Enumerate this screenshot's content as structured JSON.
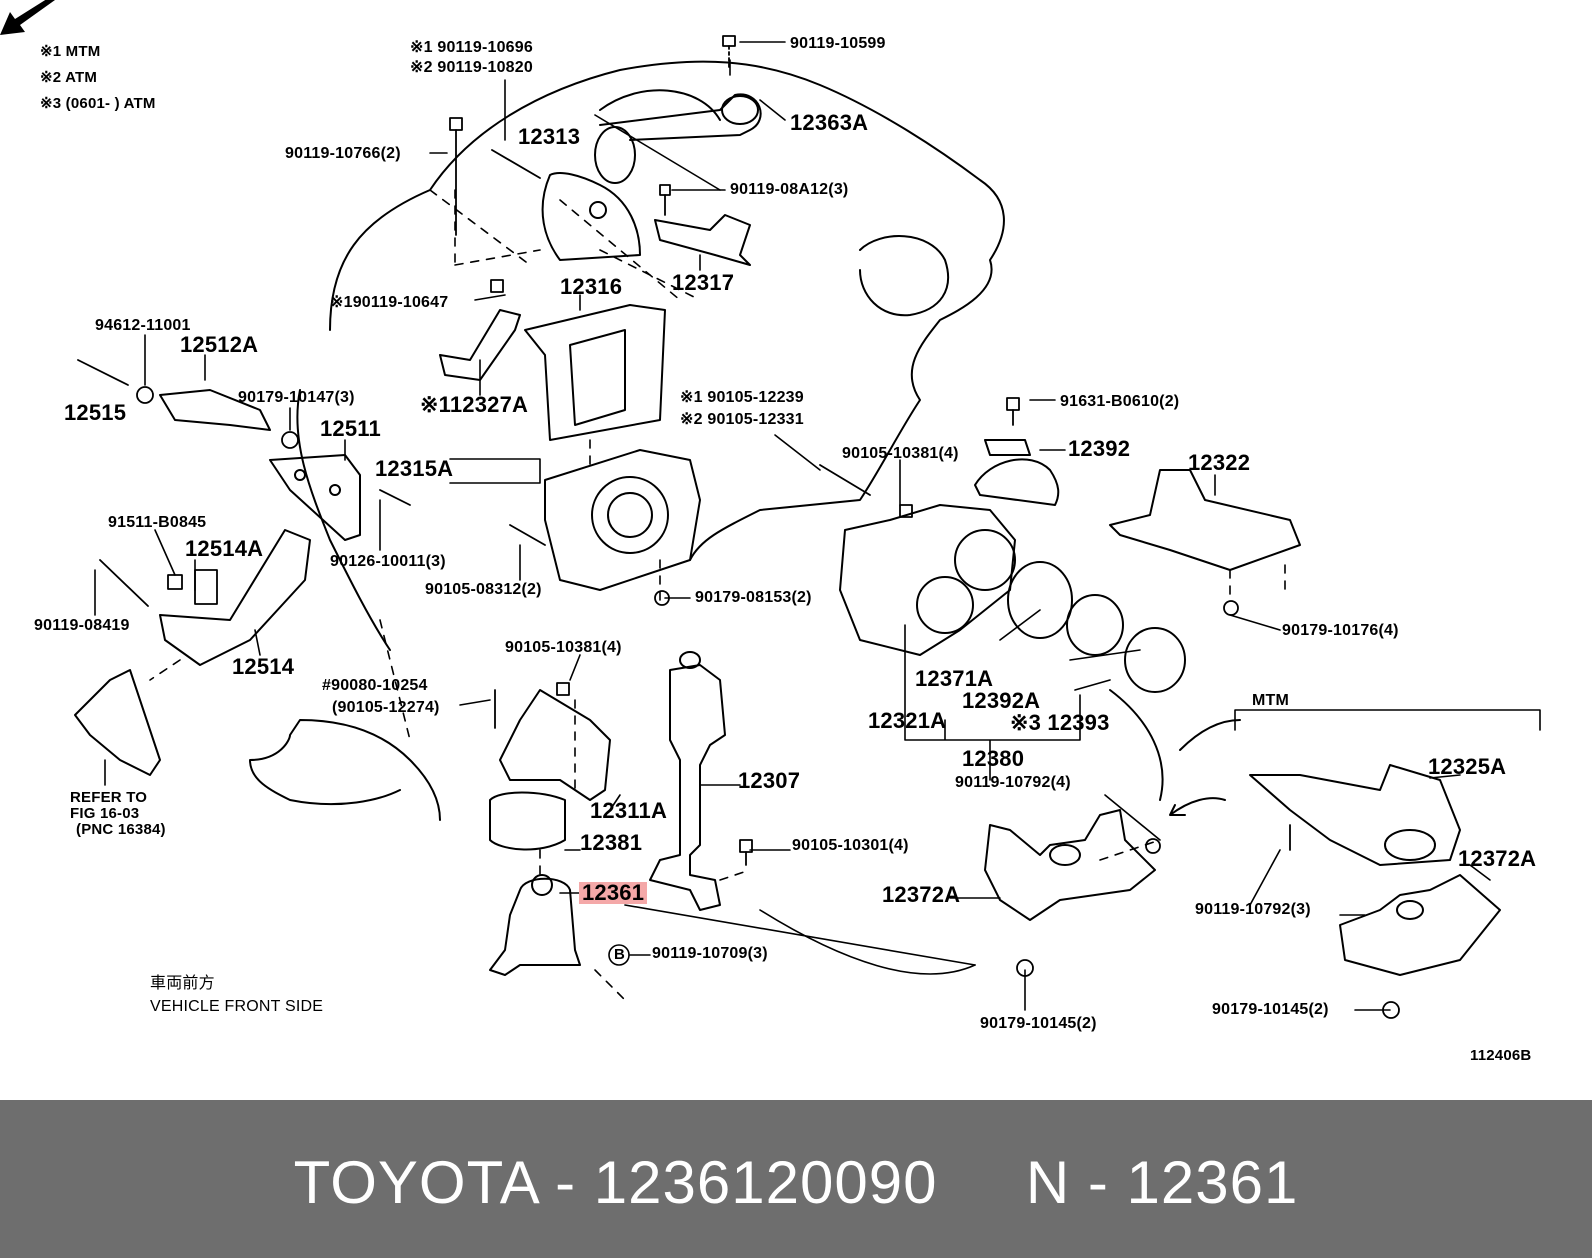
{
  "legend": {
    "note1": "※1  MTM",
    "note2": "※2  ATM",
    "note3": "※3 (0601-       ) ATM"
  },
  "labels": [
    {
      "key": "l01",
      "text": "※1 90119-10696"
    },
    {
      "key": "l02",
      "text": "※2 90119-10820"
    },
    {
      "key": "l03",
      "text": "90119-10599"
    },
    {
      "key": "l04",
      "text": "12363A"
    },
    {
      "key": "l05",
      "text": "12313"
    },
    {
      "key": "l06",
      "text": "90119-10766(2)"
    },
    {
      "key": "l07",
      "text": "90119-08A12(3)"
    },
    {
      "key": "l08",
      "text": "12317"
    },
    {
      "key": "l09",
      "text": "12316"
    },
    {
      "key": "l10",
      "text": "※190119-10647"
    },
    {
      "key": "l11",
      "text": "94612-11001"
    },
    {
      "key": "l12",
      "text": "12512A"
    },
    {
      "key": "l13",
      "text": "12515"
    },
    {
      "key": "l14",
      "text": "90179-10147(3)"
    },
    {
      "key": "l15",
      "text": "※112327A"
    },
    {
      "key": "l16",
      "text": "12511"
    },
    {
      "key": "l17",
      "text": "12315A"
    },
    {
      "key": "l18",
      "text": "※1  90105-12239"
    },
    {
      "key": "l19",
      "text": "※2  90105-12331"
    },
    {
      "key": "l20",
      "text": "91631-B0610(2)"
    },
    {
      "key": "l21",
      "text": "90105-10381(4)"
    },
    {
      "key": "l22",
      "text": "12392"
    },
    {
      "key": "l23",
      "text": "12322"
    },
    {
      "key": "l24",
      "text": "91511-B0845"
    },
    {
      "key": "l25",
      "text": "12514A"
    },
    {
      "key": "l26",
      "text": "90126-10011(3)"
    },
    {
      "key": "l27",
      "text": "90105-08312(2)"
    },
    {
      "key": "l28",
      "text": "90179-08153(2)"
    },
    {
      "key": "l29",
      "text": "90119-08419"
    },
    {
      "key": "l30",
      "text": "12514"
    },
    {
      "key": "l31",
      "text": "90179-10176(4)"
    },
    {
      "key": "l32",
      "text": "90105-10381(4)"
    },
    {
      "key": "l33",
      "text": "#90080-10254"
    },
    {
      "key": "l34",
      "text": "(90105-12274)"
    },
    {
      "key": "l35",
      "text": "12371A"
    },
    {
      "key": "l36",
      "text": "12392A"
    },
    {
      "key": "l37",
      "text": "12321A"
    },
    {
      "key": "l38",
      "text": "※3 12393"
    },
    {
      "key": "l39",
      "text": "MTM"
    },
    {
      "key": "l40",
      "text": "12380"
    },
    {
      "key": "l41",
      "text": "90119-10792(4)"
    },
    {
      "key": "l42",
      "text": "12325A"
    },
    {
      "key": "l43",
      "text": "REFER TO"
    },
    {
      "key": "l44",
      "text": "FIG 16-03"
    },
    {
      "key": "l45",
      "text": "(PNC 16384)"
    },
    {
      "key": "l46",
      "text": "12307"
    },
    {
      "key": "l47",
      "text": "12311A"
    },
    {
      "key": "l48",
      "text": "12381"
    },
    {
      "key": "l49",
      "text": "90105-10301(4)"
    },
    {
      "key": "l50",
      "text": "12372A"
    },
    {
      "key": "l51",
      "text": "12372A"
    },
    {
      "key": "l52",
      "text": "12361"
    },
    {
      "key": "l53",
      "text": "90119-10792(3)"
    },
    {
      "key": "l54",
      "text": "B"
    },
    {
      "key": "l55",
      "text": "90119-10709(3)"
    },
    {
      "key": "l56",
      "text": "90179-10145(2)"
    },
    {
      "key": "l57",
      "text": "90179-10145(2)"
    },
    {
      "key": "l58",
      "text": "車両前方"
    },
    {
      "key": "l59",
      "text": "VEHICLE FRONT SIDE"
    },
    {
      "key": "l60",
      "text": "112406B"
    }
  ],
  "footer": {
    "text": "TOYOTA - 1236120090     N - 12361"
  },
  "colors": {
    "highlight": "#f4a8a8",
    "footer_bg": "#6e6e6e",
    "footer_text": "#ffffff",
    "line": "#000000"
  }
}
